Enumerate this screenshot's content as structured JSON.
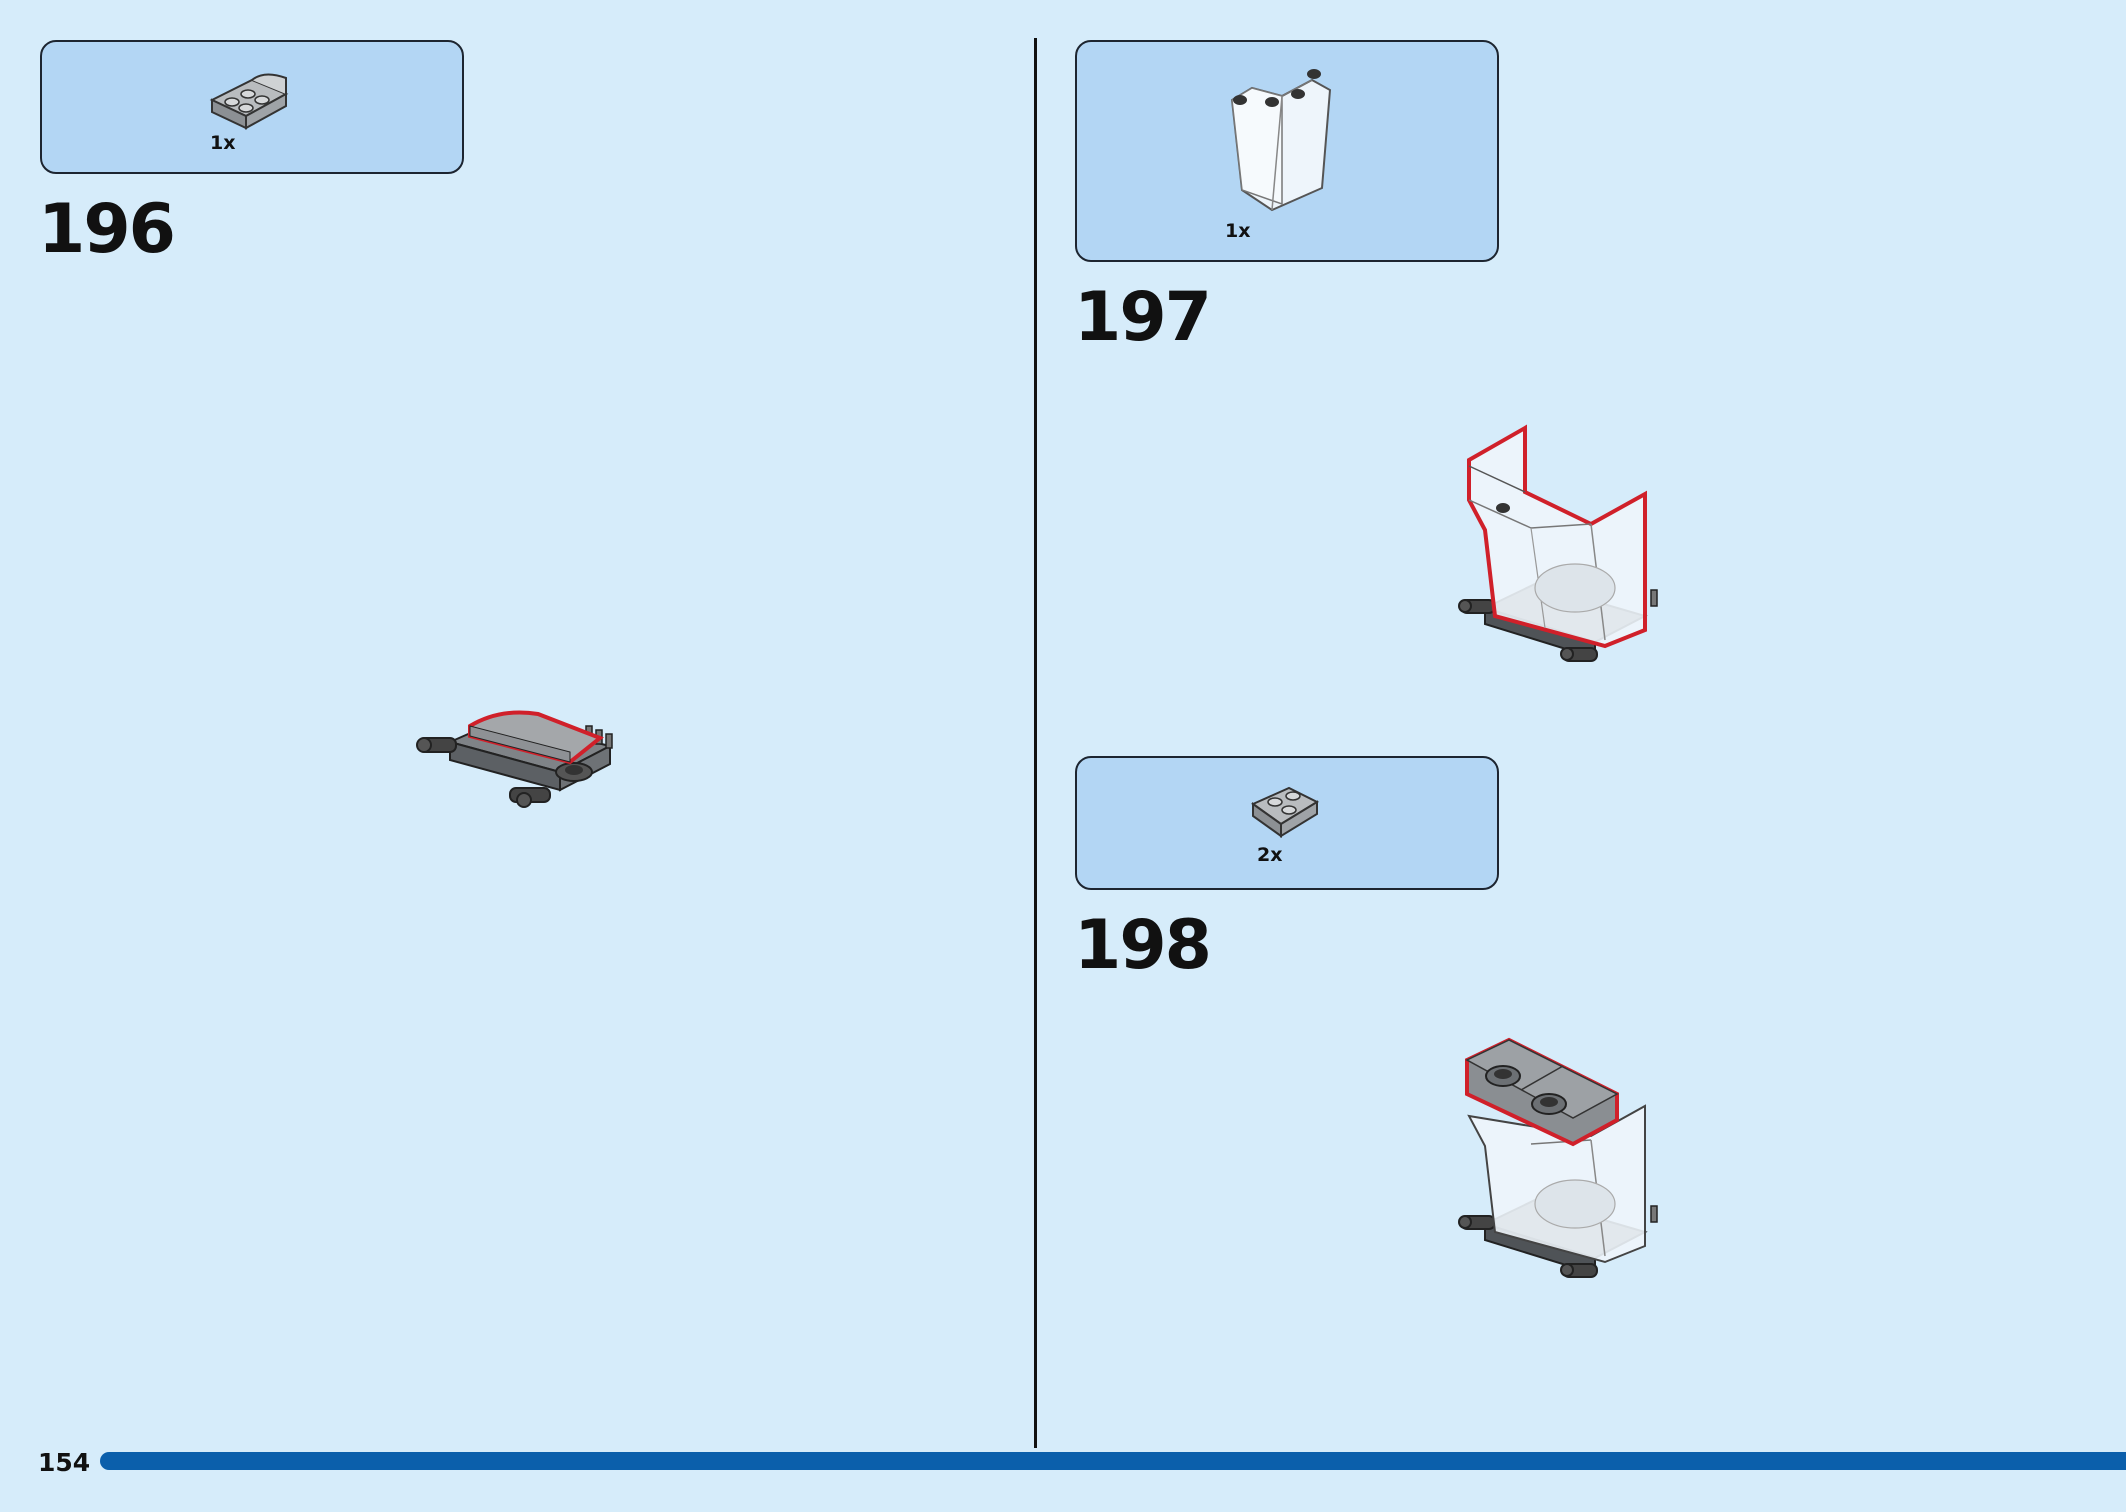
{
  "page": {
    "number": "154"
  },
  "colors": {
    "background": "#d6ecfa",
    "parts_box": "#b3d6f4",
    "highlight": "#d0202a",
    "progress": "#0b5fab"
  },
  "steps": [
    {
      "number": "196",
      "parts": [
        {
          "icon": "curved-slope-plate-gray-icon",
          "qty": "1x"
        }
      ]
    },
    {
      "number": "197",
      "parts": [
        {
          "icon": "transparent-windscreen-icon",
          "qty": "1x"
        }
      ]
    },
    {
      "number": "198",
      "parts": [
        {
          "icon": "wedge-plate-gray-icon",
          "qty": "2x"
        }
      ]
    }
  ]
}
